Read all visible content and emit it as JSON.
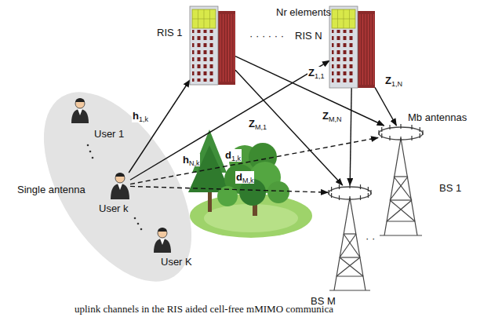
{
  "diagram": {
    "caption": "uplink channels in the RIS aided cell-free mMIMO communica",
    "nodes": [
      {
        "text": [
          "RIS 1"
        ]
      },
      {
        "text": [
          "RIS N"
        ]
      },
      {
        "text": [
          "BS 1"
        ]
      },
      {
        "text": [
          "BS M"
        ]
      },
      {
        "text": [
          "User 1"
        ]
      },
      {
        "text": [
          "User k"
        ]
      },
      {
        "text": [
          "User K"
        ]
      }
    ],
    "edges": [
      {
        "from": 5,
        "to": 0,
        "arrow": "to",
        "label": "h1,k"
      },
      {
        "from": 5,
        "to": 1,
        "arrow": "to",
        "label": "hN,k"
      },
      {
        "from": 0,
        "to": 2,
        "arrow": "to",
        "label": "Z1,1"
      },
      {
        "from": 0,
        "to": 3,
        "arrow": "to",
        "label": "ZM,1"
      },
      {
        "from": 1,
        "to": 2,
        "arrow": "to",
        "label": "Z1,N"
      },
      {
        "from": 1,
        "to": 3,
        "arrow": "to",
        "label": "ZM,N"
      },
      {
        "from": 5,
        "to": 2,
        "arrow": "to",
        "label": "d1,k"
      },
      {
        "from": 5,
        "to": 3,
        "arrow": "to",
        "label": "dM,k"
      }
    ],
    "labels": [
      "Nr elements",
      "· · · · · ·",
      "Mb antennas",
      "Single antenna",
      "· ·"
    ]
  }
}
